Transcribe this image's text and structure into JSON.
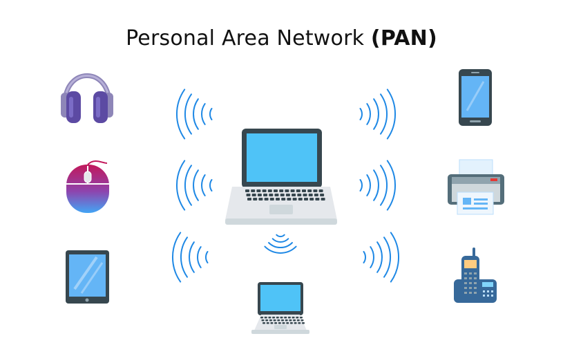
{
  "title": {
    "text": "Personal Area Network ",
    "emphasis": "(PAN)"
  },
  "devices": [
    {
      "name": "headphones",
      "icon": "headphones-icon"
    },
    {
      "name": "mouse",
      "icon": "mouse-icon"
    },
    {
      "name": "tablet",
      "icon": "tablet-icon"
    },
    {
      "name": "laptop",
      "icon": "laptop-icon"
    },
    {
      "name": "small laptop",
      "icon": "laptop-icon"
    },
    {
      "name": "smartphone",
      "icon": "smartphone-icon"
    },
    {
      "name": "printer",
      "icon": "printer-icon"
    },
    {
      "name": "cordless phone",
      "icon": "cordless-phone-icon"
    }
  ],
  "colors": {
    "signal": "#1e88e5",
    "screen": "#4fc3f7",
    "device_body": "#37474f",
    "keyboard_body": "#e5e8ec",
    "headphones": "#5c4aa3",
    "mouse_top": "#c2185b",
    "mouse_bottom": "#42a5f5",
    "phone_body": "#37699a"
  }
}
